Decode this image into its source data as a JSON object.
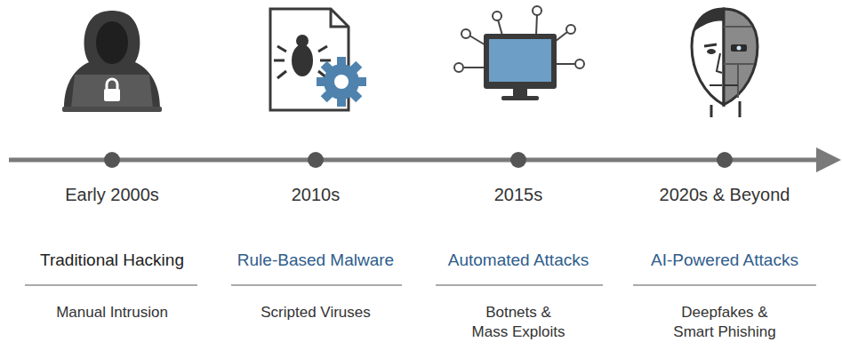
{
  "diagram": {
    "labels": [
      "Early 2000s",
      "Traditional Hacking",
      "Manual Intrusion",
      "2010s",
      "Rule-Based Malware",
      "Scripted Viruses",
      "2015s",
      "Automated Attacks",
      "Botnets & Mass Exploits",
      "2020s & Beyond",
      "AI-Powered Attacks",
      "Deepfakes & Smart Phishing"
    ]
  }
}
